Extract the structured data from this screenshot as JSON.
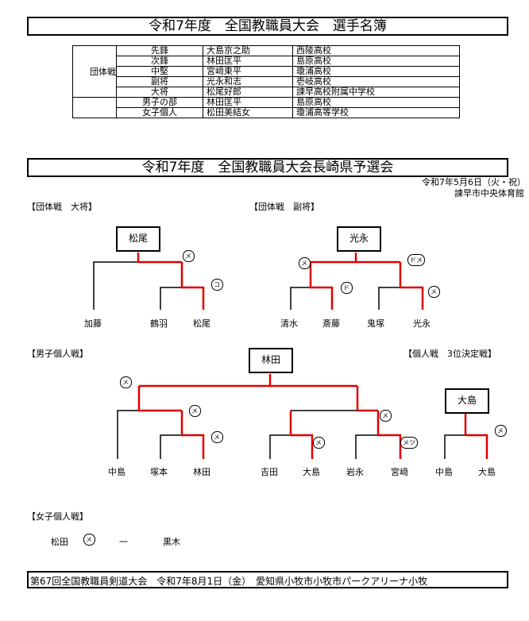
{
  "roster_title": "令和7年度　全国教職員大会　選手名簿",
  "roster": {
    "team_group_label": "団体戦",
    "team_rows": [
      {
        "position": "先鋒",
        "name": "大島京之助",
        "school": "西陵高校"
      },
      {
        "position": "次鋒",
        "name": "林田匡平",
        "school": "島原高校"
      },
      {
        "position": "中堅",
        "name": "宮﨑東平",
        "school": "瓊浦高校"
      },
      {
        "position": "副将",
        "name": "光永和志",
        "school": "壱岐高校"
      },
      {
        "position": "大将",
        "name": "松尾好郎",
        "school": "諫早高校附属中学校"
      }
    ],
    "individual_rows": [
      {
        "position": "男子の部",
        "name": "林田匡平",
        "school": "島原高校"
      },
      {
        "position": "女子個人",
        "name": "松田美結女",
        "school": "瓊浦高等学校"
      }
    ]
  },
  "prelim_title": "令和7年度　全国教職員大会長崎県予選会",
  "date_line": "令和7年5月6日（火・祝）",
  "venue_line": "諫早市中央体育館",
  "brackets": {
    "team_taisho": {
      "label": "【団体戦　大将】",
      "winner": "松尾",
      "players": [
        "加藤",
        "鶴羽",
        "松尾"
      ],
      "marks": [
        "メ",
        "コ"
      ]
    },
    "team_fukusho": {
      "label": "【団体戦　副将】",
      "winner": "光永",
      "players": [
        "清水",
        "斎藤",
        "鬼塚",
        "光永"
      ],
      "marks": [
        "メ",
        "ドメ",
        "ド",
        "メ"
      ]
    },
    "mens_individual": {
      "label": "【男子個人戦】",
      "winner": "林田",
      "players": [
        "中島",
        "塚本",
        "林田",
        "吉田",
        "大島",
        "岩永",
        "宮﨑"
      ],
      "marks": [
        "メ",
        "メ",
        "メ",
        "メ",
        "メ",
        "メツ"
      ]
    },
    "third_place": {
      "label": "【個人戦　3位決定戦】",
      "winner": "大島",
      "players": [
        "中島",
        "大島"
      ],
      "marks": [
        "メ"
      ]
    },
    "womens_individual": {
      "label": "【女子個人戦】",
      "player_a": "松田",
      "mark": "メ",
      "dash": "一",
      "player_b": "黒木"
    }
  },
  "footer": "第67回全国教職員剣道大会　令和7年8月1日（金）　愛知県小牧市小牧市パークアリーナ小牧",
  "colors": {
    "win_line": "#e00000",
    "line": "#000000"
  }
}
